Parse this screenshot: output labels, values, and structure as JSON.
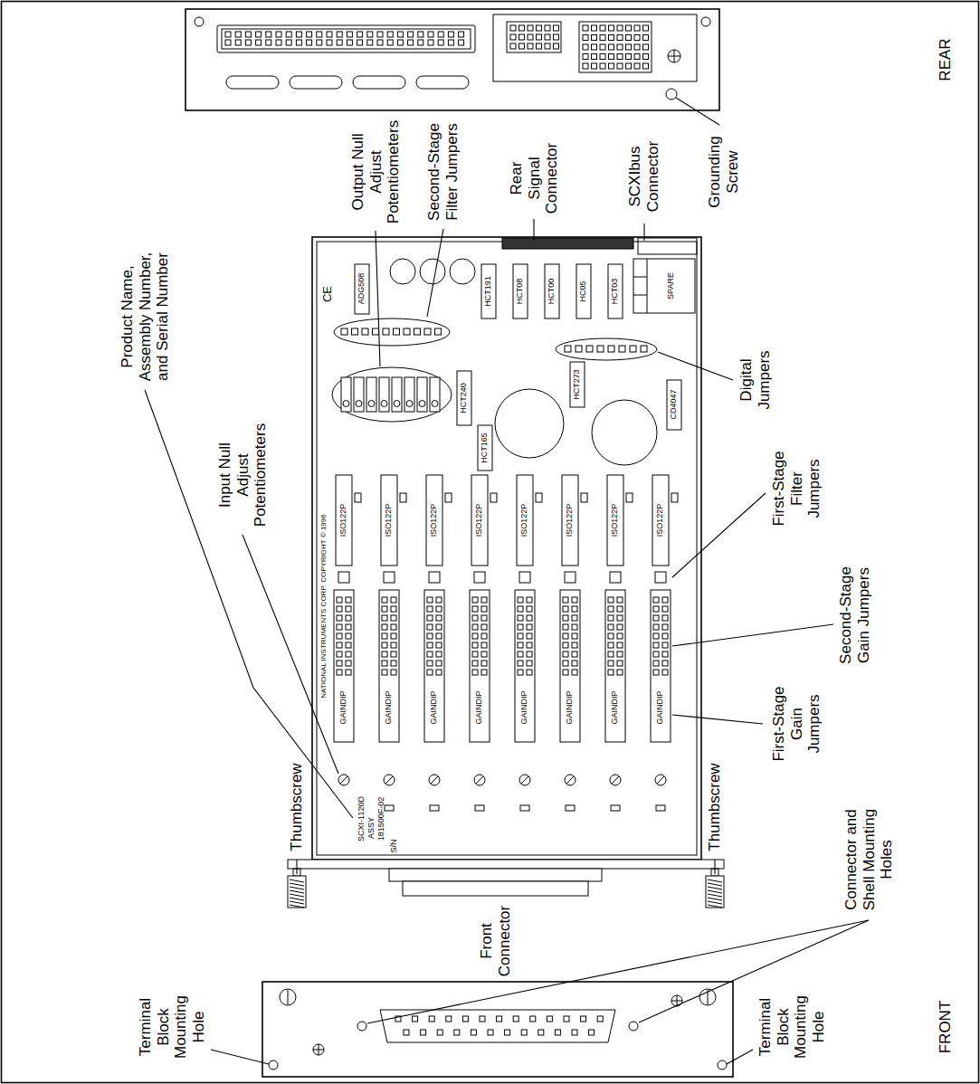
{
  "diagram": {
    "labels": [
      "REAR",
      "Grounding Screw",
      "SCXIbus Connector",
      "Rear Signal Connector",
      "Second-Stage Filter Jumpers",
      "Output Null Adjust Potentiometers",
      "Product Name, Assembly Number, and Serial Number",
      "Input Null Adjust Potentiometers",
      "Thumbscrew",
      "Front Connector",
      "Thumbscrew",
      "Terminal Block Mounting Hole",
      "Connector and Shell Mounting Holes",
      "Terminal Block Mounting Hole",
      "FRONT",
      "Digital Jumpers",
      "First-Stage Filter Jumpers",
      "Second-Stage Gain Jumpers",
      "First-Stage Gain Jumpers",
      "CE",
      "ADG508",
      "HCT191",
      "HCT08",
      "HCT00",
      "HC05",
      "HCT03",
      "SPARE",
      "HCT240",
      "HCT165",
      "HCT273",
      "CD4047",
      "ISO122P",
      "ISO122P",
      "ISO122P",
      "ISO122P",
      "ISO122P",
      "ISO122P",
      "ISO122P",
      "ISO122P",
      "GAINDIP",
      "GAINDIP",
      "GAINDIP",
      "GAINDIP",
      "GAINDIP",
      "GAINDIP",
      "GAINDIP",
      "GAINDIP",
      "NATIONAL INSTRUMENTS CORP. COPYRIGHT © 1996",
      "SCXI-1120D",
      "ASSY",
      "181500F-02",
      "S/N"
    ]
  }
}
